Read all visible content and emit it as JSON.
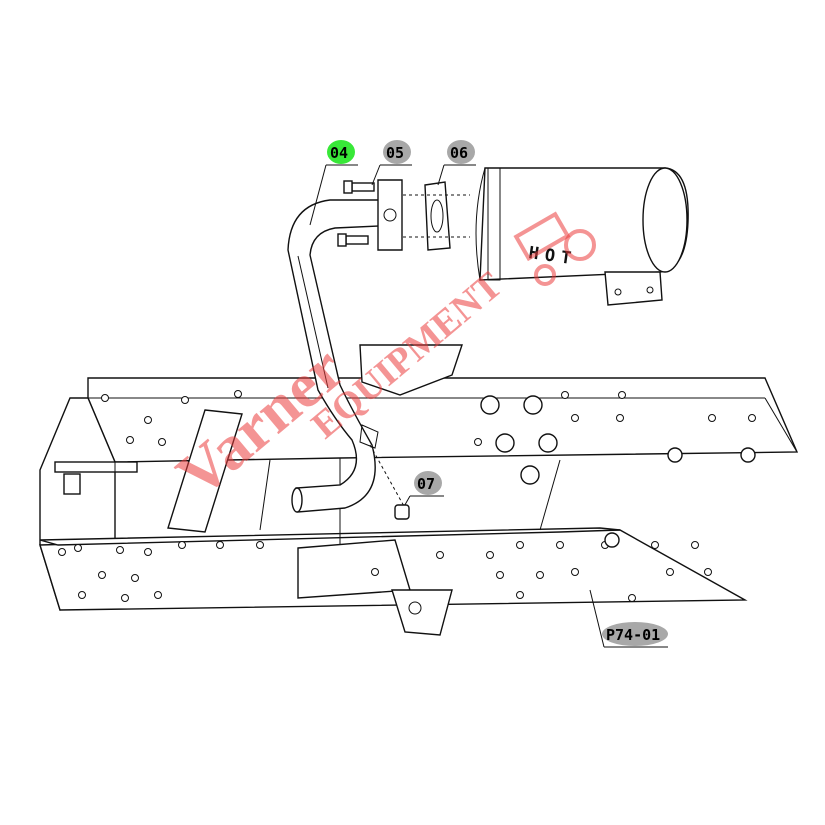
{
  "callouts": {
    "c04": {
      "label": "04",
      "color": "#38e838"
    },
    "c05": {
      "label": "05",
      "color": "#a8a8a8"
    },
    "c06": {
      "label": "06",
      "color": "#a8a8a8"
    },
    "c07": {
      "label": "07",
      "color": "#a8a8a8"
    },
    "ref": {
      "label": "P74-01",
      "color": "#a8a8a8"
    }
  },
  "muffler": {
    "warning_text": "HOT"
  },
  "watermark": {
    "brand_text": "EQUIPMENT",
    "script_text": "Varner",
    "color": "#eb3c3c"
  }
}
